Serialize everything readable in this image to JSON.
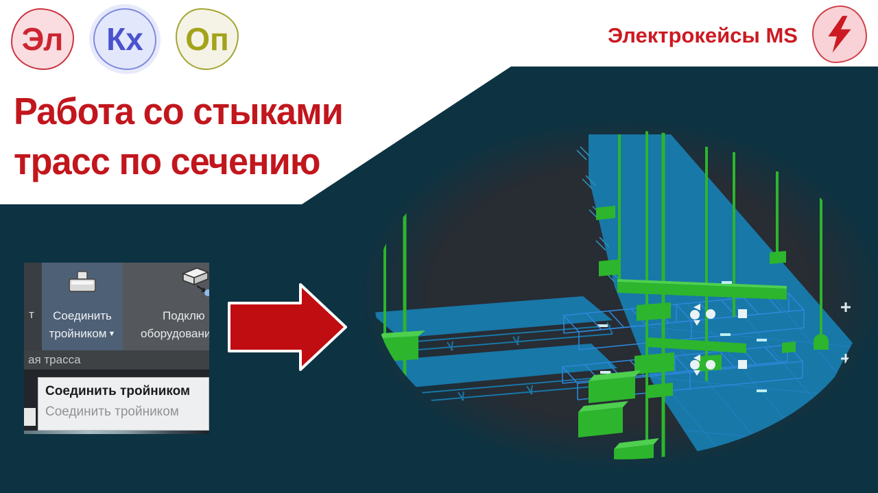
{
  "header": {
    "badges": [
      {
        "id": "el",
        "label": "Эл",
        "text_color": "#cc2531",
        "bg": "#fadde0",
        "border": "#cc3340"
      },
      {
        "id": "kh",
        "label": "Кх",
        "text_color": "#4a52cf",
        "bg": "#e2e7fb",
        "border": "#7e8ade"
      },
      {
        "id": "op",
        "label": "Оп",
        "text_color": "#a3a31b",
        "bg": "#f5f3e6",
        "border": "#a3a432"
      }
    ],
    "channel": {
      "name": "Электрокейсы MS",
      "icon": "lightning-icon"
    }
  },
  "title": {
    "line1": "Работа со стыками",
    "line2": "трасс по сечению"
  },
  "toolbar_screenshot": {
    "partial_left_text": "т",
    "button": {
      "line1": "Соединить",
      "line2": "тройником",
      "dropdown_glyph": "▼",
      "icon": "tee-connector-icon"
    },
    "button_right": {
      "line1": "Подклю",
      "line2": "оборудовани",
      "icon": "eraser-icon"
    },
    "tab_label": "ая трасса",
    "tooltip": {
      "title": "Соединить тройником",
      "subtitle": "Соединить тройником"
    }
  },
  "scene": {
    "description_icons": [
      "cable-tray-icon",
      "drop-line-icon",
      "grip-marker-icon",
      "plus-marker-icon"
    ],
    "plus_marker_count": 2
  },
  "colors": {
    "panel_teal": "#0d3342",
    "spotlight_gray": "#282c33",
    "brand_red": "#cc1a22",
    "title_red": "#c2161d",
    "arrow_red": "#c00d12",
    "cad_teal": "#1878a8",
    "cad_green": "#2db52d",
    "cad_green_light": "#4ed04e",
    "wire_blue": "#2e86d8",
    "grip_white": "#e9f2f4",
    "ribbon_btn_highlight": "#4e6076"
  }
}
